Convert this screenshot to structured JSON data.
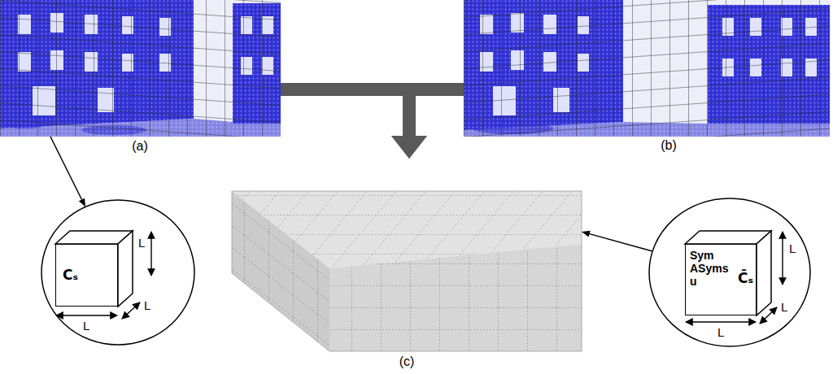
{
  "diagram": {
    "nodes": [
      {
        "text": [
          "(a)"
        ]
      },
      {
        "text": [
          "(b)"
        ]
      },
      {
        "text": [
          "L",
          "L",
          "L"
        ]
      },
      {
        "text": [
          "Cₛ"
        ],
        "in": 2
      },
      {
        "text": [
          "(c)"
        ]
      },
      {
        "text": [
          "L",
          "L",
          "L"
        ]
      },
      {
        "text": [
          "Sym ASyms u",
          "C̄ₛ"
        ],
        "in": 5
      }
    ],
    "edges": [
      {
        "from": 0,
        "to": 4,
        "arrow": "to"
      },
      {
        "from": 1,
        "to": 4,
        "arrow": "to"
      },
      {
        "from": 0,
        "to": 2,
        "arrow": "to"
      },
      {
        "from": 5,
        "to": 4,
        "arrow": "to"
      }
    ]
  }
}
